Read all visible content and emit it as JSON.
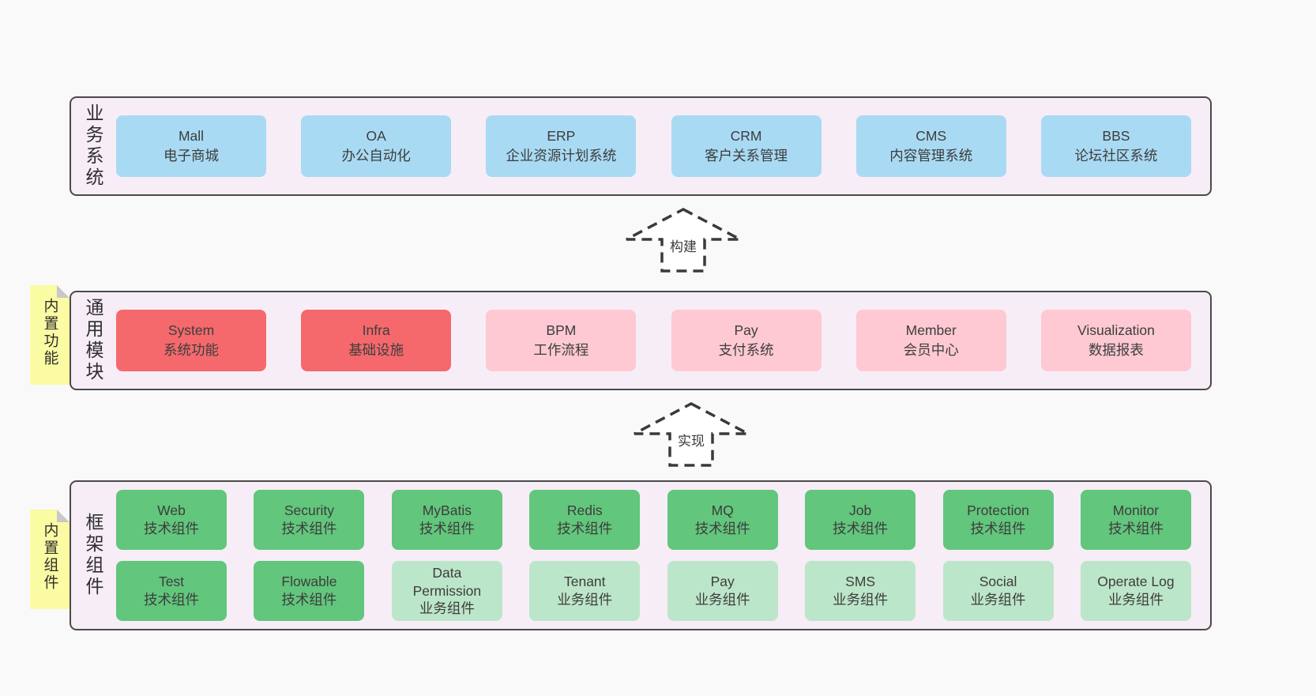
{
  "colors": {
    "page_background": "#f9f9f9",
    "panel_fill": "#f7edf6",
    "panel_border": "#4a4a4a",
    "blue_box": "#a9daf3",
    "red_box": "#f5696c",
    "pink_box": "#fec9d3",
    "green_box": "#62c67c",
    "light_green_box": "#bce6c9",
    "sticky_yellow": "#fbfba3",
    "sticky_fold_gray": "#c8c8c8",
    "text": "#3d3d3d"
  },
  "arrows": [
    {
      "label": "构建"
    },
    {
      "label": "实现"
    }
  ],
  "sections": {
    "business": {
      "label": "业务系统",
      "boxes": [
        {
          "title": "Mall",
          "subtitle": "电子商城"
        },
        {
          "title": "OA",
          "subtitle": "办公自动化"
        },
        {
          "title": "ERP",
          "subtitle": "企业资源计划系统"
        },
        {
          "title": "CRM",
          "subtitle": "客户关系管理"
        },
        {
          "title": "CMS",
          "subtitle": "内容管理系统"
        },
        {
          "title": "BBS",
          "subtitle": "论坛社区系统"
        }
      ]
    },
    "modules": {
      "label": "通用模块",
      "sticky": "内置功能",
      "boxes": [
        {
          "title": "System",
          "subtitle": "系统功能",
          "variant": "red"
        },
        {
          "title": "Infra",
          "subtitle": "基础设施",
          "variant": "red"
        },
        {
          "title": "BPM",
          "subtitle": "工作流程",
          "variant": "pink"
        },
        {
          "title": "Pay",
          "subtitle": "支付系统",
          "variant": "pink"
        },
        {
          "title": "Member",
          "subtitle": "会员中心",
          "variant": "pink"
        },
        {
          "title": "Visualization",
          "subtitle": "数据报表",
          "variant": "pink"
        }
      ]
    },
    "components": {
      "label": "框架组件",
      "sticky": "内置组件",
      "row1": [
        {
          "title": "Web",
          "subtitle": "技术组件",
          "variant": "green"
        },
        {
          "title": "Security",
          "subtitle": "技术组件",
          "variant": "green"
        },
        {
          "title": "MyBatis",
          "subtitle": "技术组件",
          "variant": "green"
        },
        {
          "title": "Redis",
          "subtitle": "技术组件",
          "variant": "green"
        },
        {
          "title": "MQ",
          "subtitle": "技术组件",
          "variant": "green"
        },
        {
          "title": "Job",
          "subtitle": "技术组件",
          "variant": "green"
        },
        {
          "title": "Protection",
          "subtitle": "技术组件",
          "variant": "green"
        },
        {
          "title": "Monitor",
          "subtitle": "技术组件",
          "variant": "green"
        }
      ],
      "row2": [
        {
          "title": "Test",
          "subtitle": "技术组件",
          "variant": "green"
        },
        {
          "title": "Flowable",
          "subtitle": "技术组件",
          "variant": "green"
        },
        {
          "title": "Data Permission",
          "subtitle": "业务组件",
          "variant": "light-green"
        },
        {
          "title": "Tenant",
          "subtitle": "业务组件",
          "variant": "light-green"
        },
        {
          "title": "Pay",
          "subtitle": "业务组件",
          "variant": "light-green"
        },
        {
          "title": "SMS",
          "subtitle": "业务组件",
          "variant": "light-green"
        },
        {
          "title": "Social",
          "subtitle": "业务组件",
          "variant": "light-green"
        },
        {
          "title": "Operate Log",
          "subtitle": "业务组件",
          "variant": "light-green"
        }
      ]
    }
  }
}
